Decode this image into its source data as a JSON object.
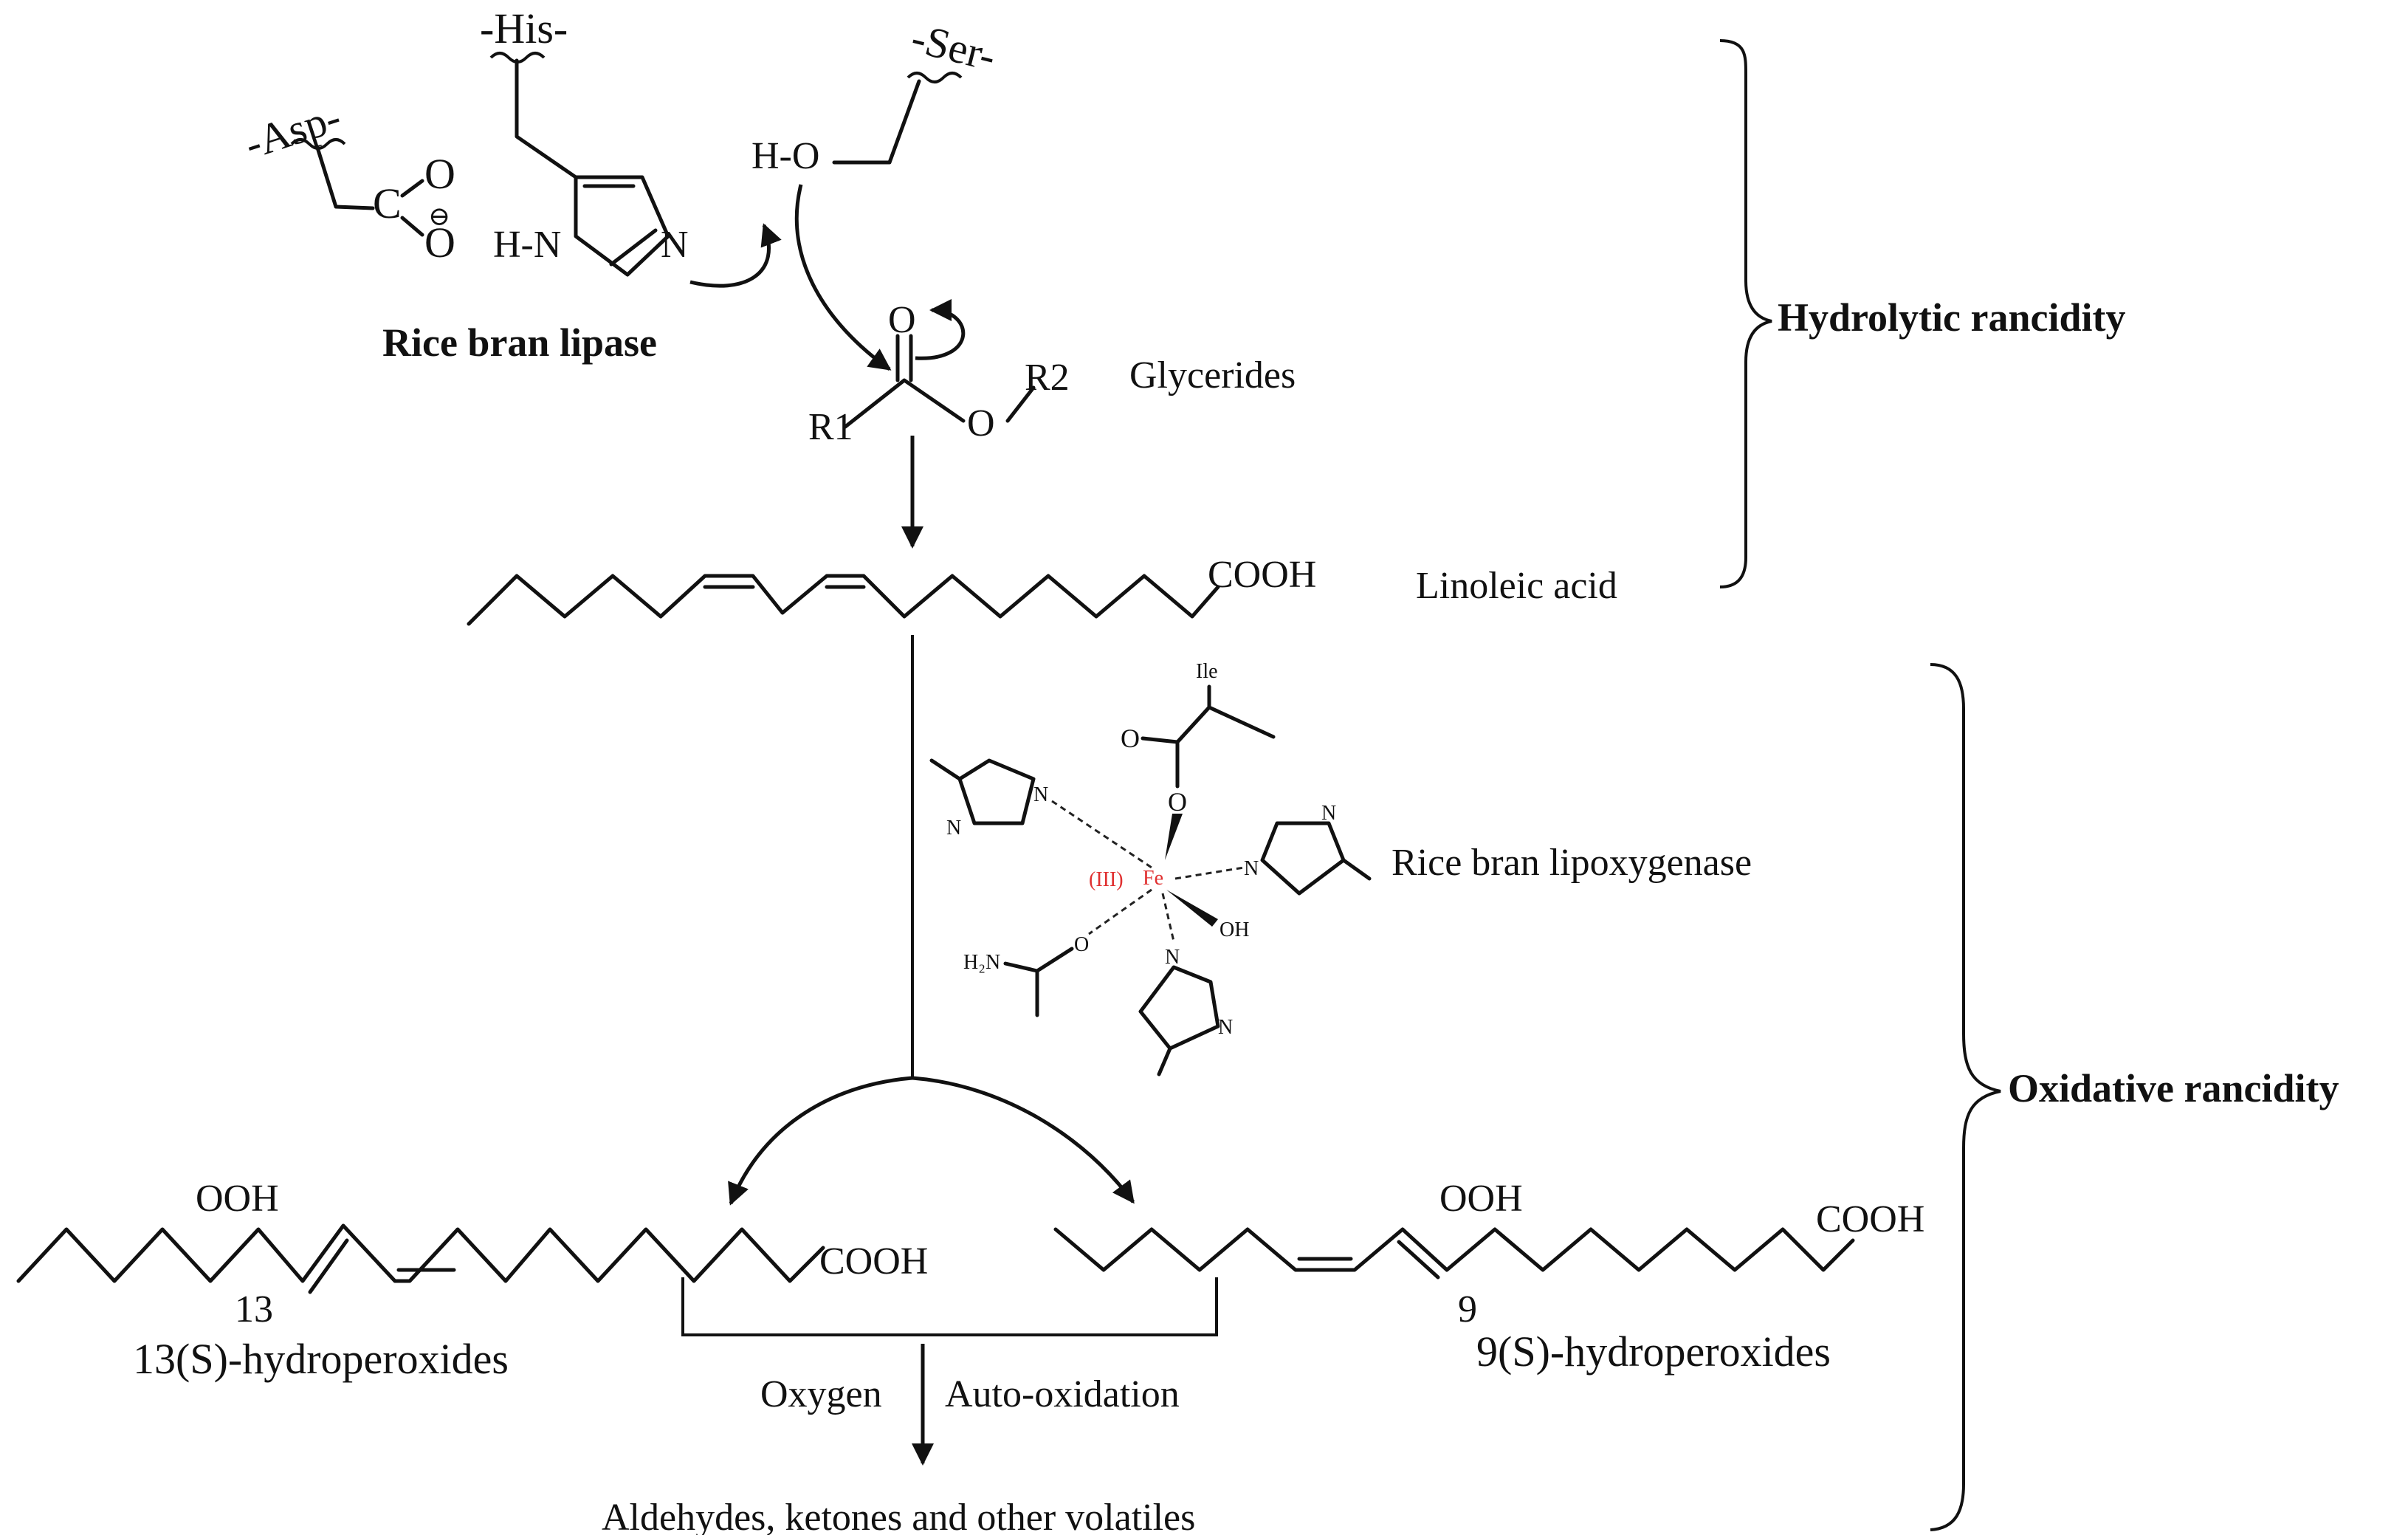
{
  "lipase": {
    "asp_label": "-Asp-",
    "his_label": "-His-",
    "ser_label": "-Ser-",
    "carboxylate_c": "C",
    "carboxylate_o_top": "O",
    "carboxylate_o_bottom": "O",
    "carboxylate_charge": "⊖",
    "imidazole_nh": "H-N",
    "imidazole_n": "N",
    "serine_oh": "H-O",
    "name": "Rice bran lipase"
  },
  "glyceride": {
    "carbonyl_o": "O",
    "r1": "R1",
    "r2": "R2",
    "ester_o": "O",
    "name": "Glycerides"
  },
  "linoleic": {
    "cooh": "COOH",
    "name": "Linoleic acid"
  },
  "lipoxygenase": {
    "ile": "Ile",
    "fe": "Fe",
    "oxidation_state": "(III)",
    "oh": "OH",
    "h2n": "H₂N",
    "o_carbonyl": "O",
    "o_ester": "O",
    "o_amide": "O",
    "n1": "N",
    "n2": "N",
    "n3": "N",
    "n4": "N",
    "n5": "N",
    "n6": "N",
    "name": "Rice bran  lipoxygenase"
  },
  "products": {
    "left_ooh": "OOH",
    "left_cooh": "COOH",
    "left_position": "13",
    "left_name": "13(S)-hydroperoxides",
    "right_ooh": "OOH",
    "right_cooh": "COOH",
    "right_position": "9",
    "right_name": "9(S)-hydroperoxides"
  },
  "autoxidation": {
    "oxygen": "Oxygen",
    "auto": "Auto-oxidation",
    "final": "Aldehydes, ketones and other volatiles"
  },
  "braces": {
    "hydrolytic": "Hydrolytic rancidity",
    "oxidative": "Oxidative rancidity"
  }
}
